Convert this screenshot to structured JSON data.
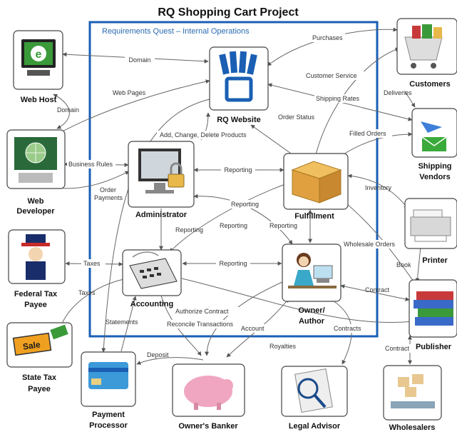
{
  "title": "RQ Shopping Cart Project",
  "frame_label": "Requirements Quest – Internal Operations",
  "nodes": {
    "web_host": "Web Host",
    "web_developer_1": "Web",
    "web_developer_2": "Developer",
    "federal_tax_1": "Federal Tax",
    "federal_tax_2": "Payee",
    "state_tax_1": "State Tax",
    "state_tax_2": "Payee",
    "payment_1": "Payment",
    "payment_2": "Processor",
    "owners_banker": "Owner's Banker",
    "legal_advisor": "Legal Advisor",
    "wholesalers": "Wholesalers",
    "publisher": "Publisher",
    "printer": "Printer",
    "shipping_1": "Shipping",
    "shipping_2": "Vendors",
    "customers": "Customers",
    "rq_website": "RQ Website",
    "administrator": "Administrator",
    "fulfillment": "Fulfillment",
    "accounting": "Accounting",
    "owner_1": "Owner/",
    "owner_2": "Author"
  },
  "edges": {
    "domain_top": "Domain",
    "domain_side": "Domain",
    "web_pages": "Web Pages",
    "business_rules": "Business Rules",
    "order_payments_1": "Order",
    "order_payments_2": "Payments",
    "add_change_delete": "Add, Change, Delete Products",
    "purchases": "Purchases",
    "customer_service": "Customer Service",
    "shipping_rates": "Shipping Rates",
    "deliveries": "Deliveries",
    "order_status": "Order Status",
    "filled_orders": "Filled Orders",
    "reporting_admin_fulfill": "Reporting",
    "reporting_admin_acct": "Reporting",
    "reporting_fulfill_acct": "Reporting",
    "reporting_admin_owner": "Reporting",
    "reporting_fulfill_owner": "Reporting",
    "reporting_acct_owner": "Reporting",
    "inventory": "Inventory",
    "wholesale_orders": "Wholesale Orders",
    "book": "Book",
    "contract_owner_publisher": "Contract",
    "contract_publisher_wholesalers": "Contract",
    "taxes_federal": "Taxes",
    "taxes_state": "Taxes",
    "statements": "Statements",
    "authorize_contract": "Authorize Contract",
    "reconcile_transactions": "Reconcile Transactions",
    "account": "Account",
    "contracts": "Contracts",
    "deposit": "Deposit",
    "royalties": "Royalties"
  },
  "colors": {
    "frame": "#1a5fb4",
    "green_icon": "#3a9a3a",
    "gold_icon": "#e8b84a",
    "pink_icon": "#f0a6c0",
    "blue_icon": "#3d7fd9"
  }
}
